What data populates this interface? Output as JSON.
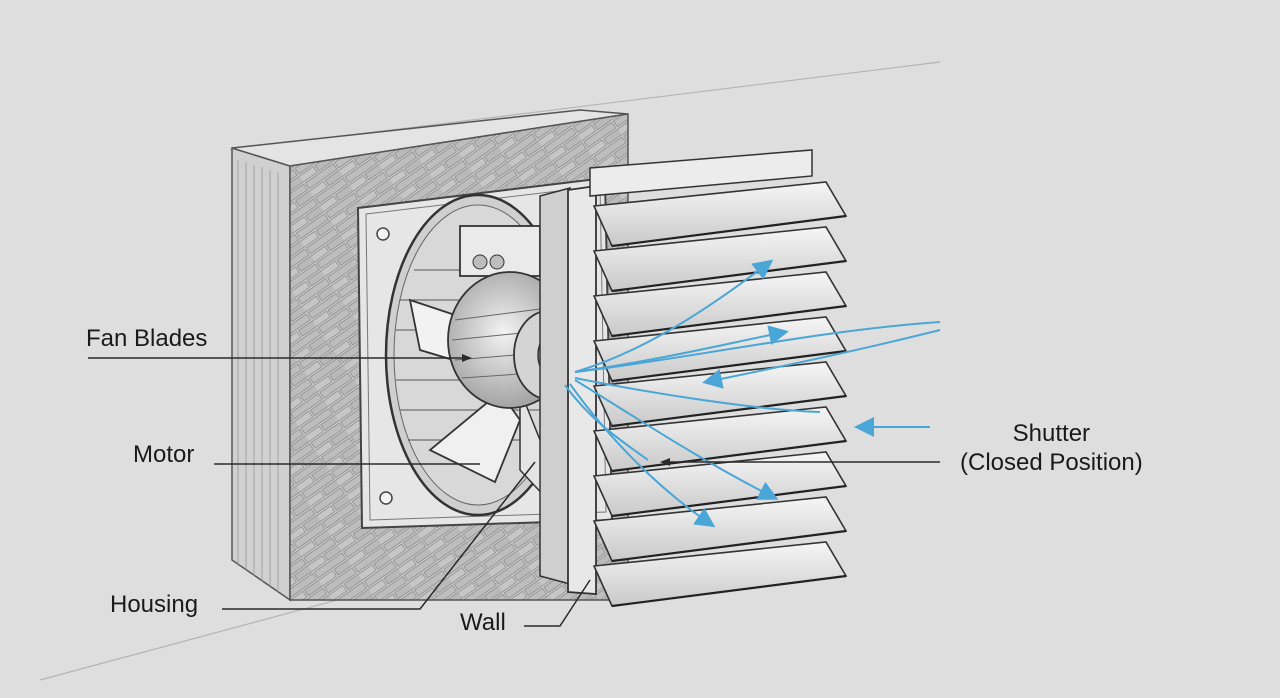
{
  "labels": {
    "fan_blades": "Fan Blades",
    "motor": "Motor",
    "housing": "Housing",
    "wall": "Wall",
    "shutter_line1": "Shutter",
    "shutter_line2": "(Closed Position)"
  },
  "colors": {
    "background": "#dedede",
    "airflow": "#4aa6d6",
    "line": "#2a2a2a"
  }
}
